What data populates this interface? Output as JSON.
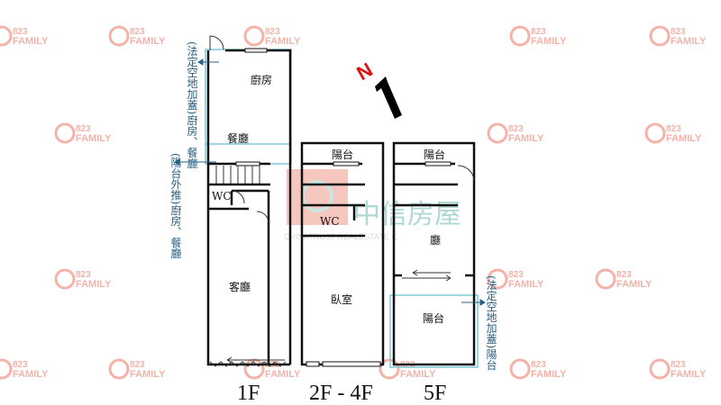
{
  "watermark": {
    "number": "823",
    "brand": "FAMILY"
  },
  "center_watermark": {
    "chinese": "中信房屋",
    "english": "CHINATRUST REALESTATE C"
  },
  "compass": {
    "label": "N"
  },
  "floors": [
    {
      "label": "1F",
      "rooms": [
        "廚房",
        "餐廳",
        "WC",
        "客廳"
      ]
    },
    {
      "label": "2F - 4F",
      "rooms": [
        "陽台",
        "WC",
        "臥室"
      ]
    },
    {
      "label": "5F",
      "rooms": [
        "陽台",
        "廳",
        "陽台"
      ]
    }
  ],
  "annotations": {
    "left_top": "(法定空地加蓋)廚房、餐廳",
    "left_bottom": "(陽台外推)廚房、餐廳",
    "right": "(法定空地加蓋)陽台"
  },
  "colors": {
    "annotation": "#2a5f80",
    "highlight": "#7ec8d8",
    "compass_n": "#e01010"
  }
}
